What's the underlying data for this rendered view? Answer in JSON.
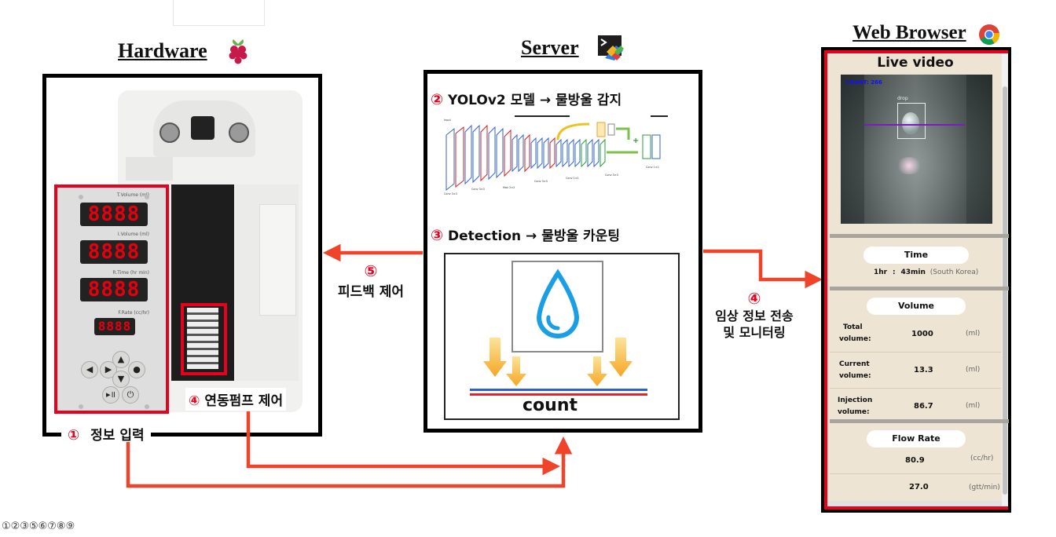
{
  "headings": {
    "hardware": "Hardware",
    "server": "Server",
    "web_browser": "Web Browser"
  },
  "steps": {
    "input": {
      "num": "①",
      "text": "정보 입력"
    },
    "pump": {
      "num": "④",
      "text": "연동펌프 제어"
    },
    "yolo": {
      "num": "②",
      "text": "YOLOv2 모델 → 물방울 감지"
    },
    "detect": {
      "num": "③",
      "text": "Detection → 물방울 카운팅"
    },
    "feedback": {
      "num": "⑤",
      "text": "피드백 제어"
    },
    "transmit": {
      "num": "④",
      "line1": "임상 정보 전송",
      "line2": "및 모니터링"
    }
  },
  "count_label": "count",
  "device": {
    "displays": [
      {
        "label": "T.Volume (ml)",
        "value": "8888"
      },
      {
        "label": "I.Volume (ml)",
        "value": "8888"
      },
      {
        "label": "R.Time (hr min)",
        "value": "8888"
      }
    ],
    "small_display": {
      "label": "F.Rate (cc/hr)",
      "value": "8888"
    }
  },
  "browser": {
    "live_title": "Live video",
    "count_overlay": "COUNT: 266",
    "drop_tag": "drop",
    "time": {
      "title": "Time",
      "hours": "1",
      "hr_unit": "hr",
      "sep": ":",
      "minutes": "43",
      "min_unit": "min",
      "zone": "(South Korea)"
    },
    "volume": {
      "title": "Volume",
      "rows": [
        {
          "label1": "Total",
          "label2": "volume:",
          "value": "1000",
          "unit": "(ml)"
        },
        {
          "label1": "Current",
          "label2": "volume:",
          "value": "13.3",
          "unit": "(ml)"
        },
        {
          "label1": "Injection",
          "label2": "volume:",
          "value": "86.7",
          "unit": "(ml)"
        }
      ]
    },
    "flow": {
      "title": "Flow Rate",
      "rows": [
        {
          "value": "80.9",
          "unit": "(cc/hr)"
        },
        {
          "value": "27.0",
          "unit": "(gtt/min)"
        }
      ]
    }
  },
  "footer_text": "①②③⑤⑥⑦⑧⑨",
  "colors": {
    "accent_red": "#e8001c",
    "arrow": "#f0442a",
    "panel_bg": "#ede4d3"
  },
  "icons": {
    "hardware": "raspberry-pi-icon",
    "server": "visual-studio-code-icon",
    "web_browser": "chrome-icon"
  }
}
